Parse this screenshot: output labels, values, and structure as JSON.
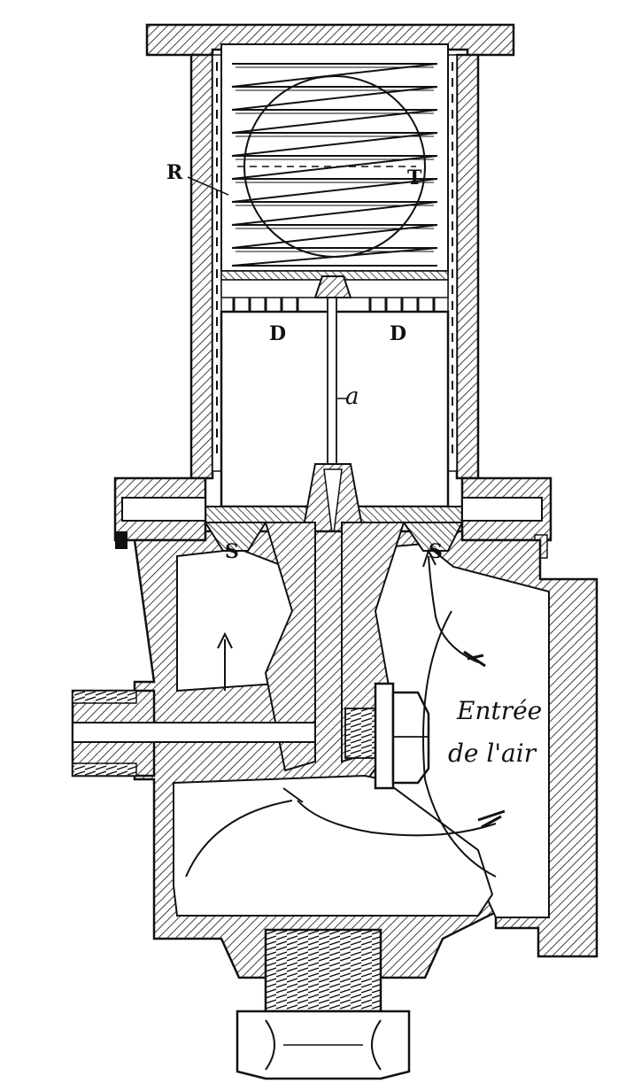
{
  "labels": {
    "R": "R",
    "T": "T",
    "D_left": "D",
    "D_right": "D",
    "a": "a",
    "S_left": "S",
    "S_right": "S",
    "entree": "Entrée",
    "de_lair": "de l'air"
  },
  "colors": {
    "ink": "#111111",
    "paper": "#ffffff"
  }
}
